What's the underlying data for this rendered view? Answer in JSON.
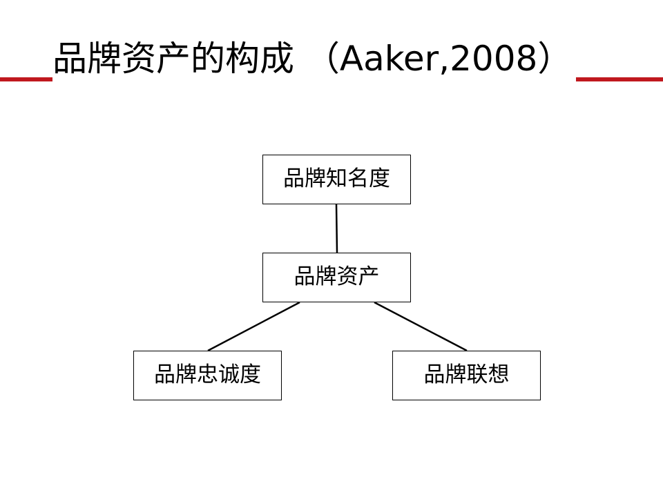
{
  "slide": {
    "title": "品牌资产的构成 （Aaker,2008）",
    "accent_color": "#c0181e"
  },
  "diagram": {
    "nodes": {
      "awareness": "品牌知名度",
      "equity": "品牌资产",
      "loyalty": "品牌忠诚度",
      "association": "品牌联想"
    },
    "edges": [
      [
        "awareness",
        "equity"
      ],
      [
        "equity",
        "loyalty"
      ],
      [
        "equity",
        "association"
      ]
    ]
  }
}
